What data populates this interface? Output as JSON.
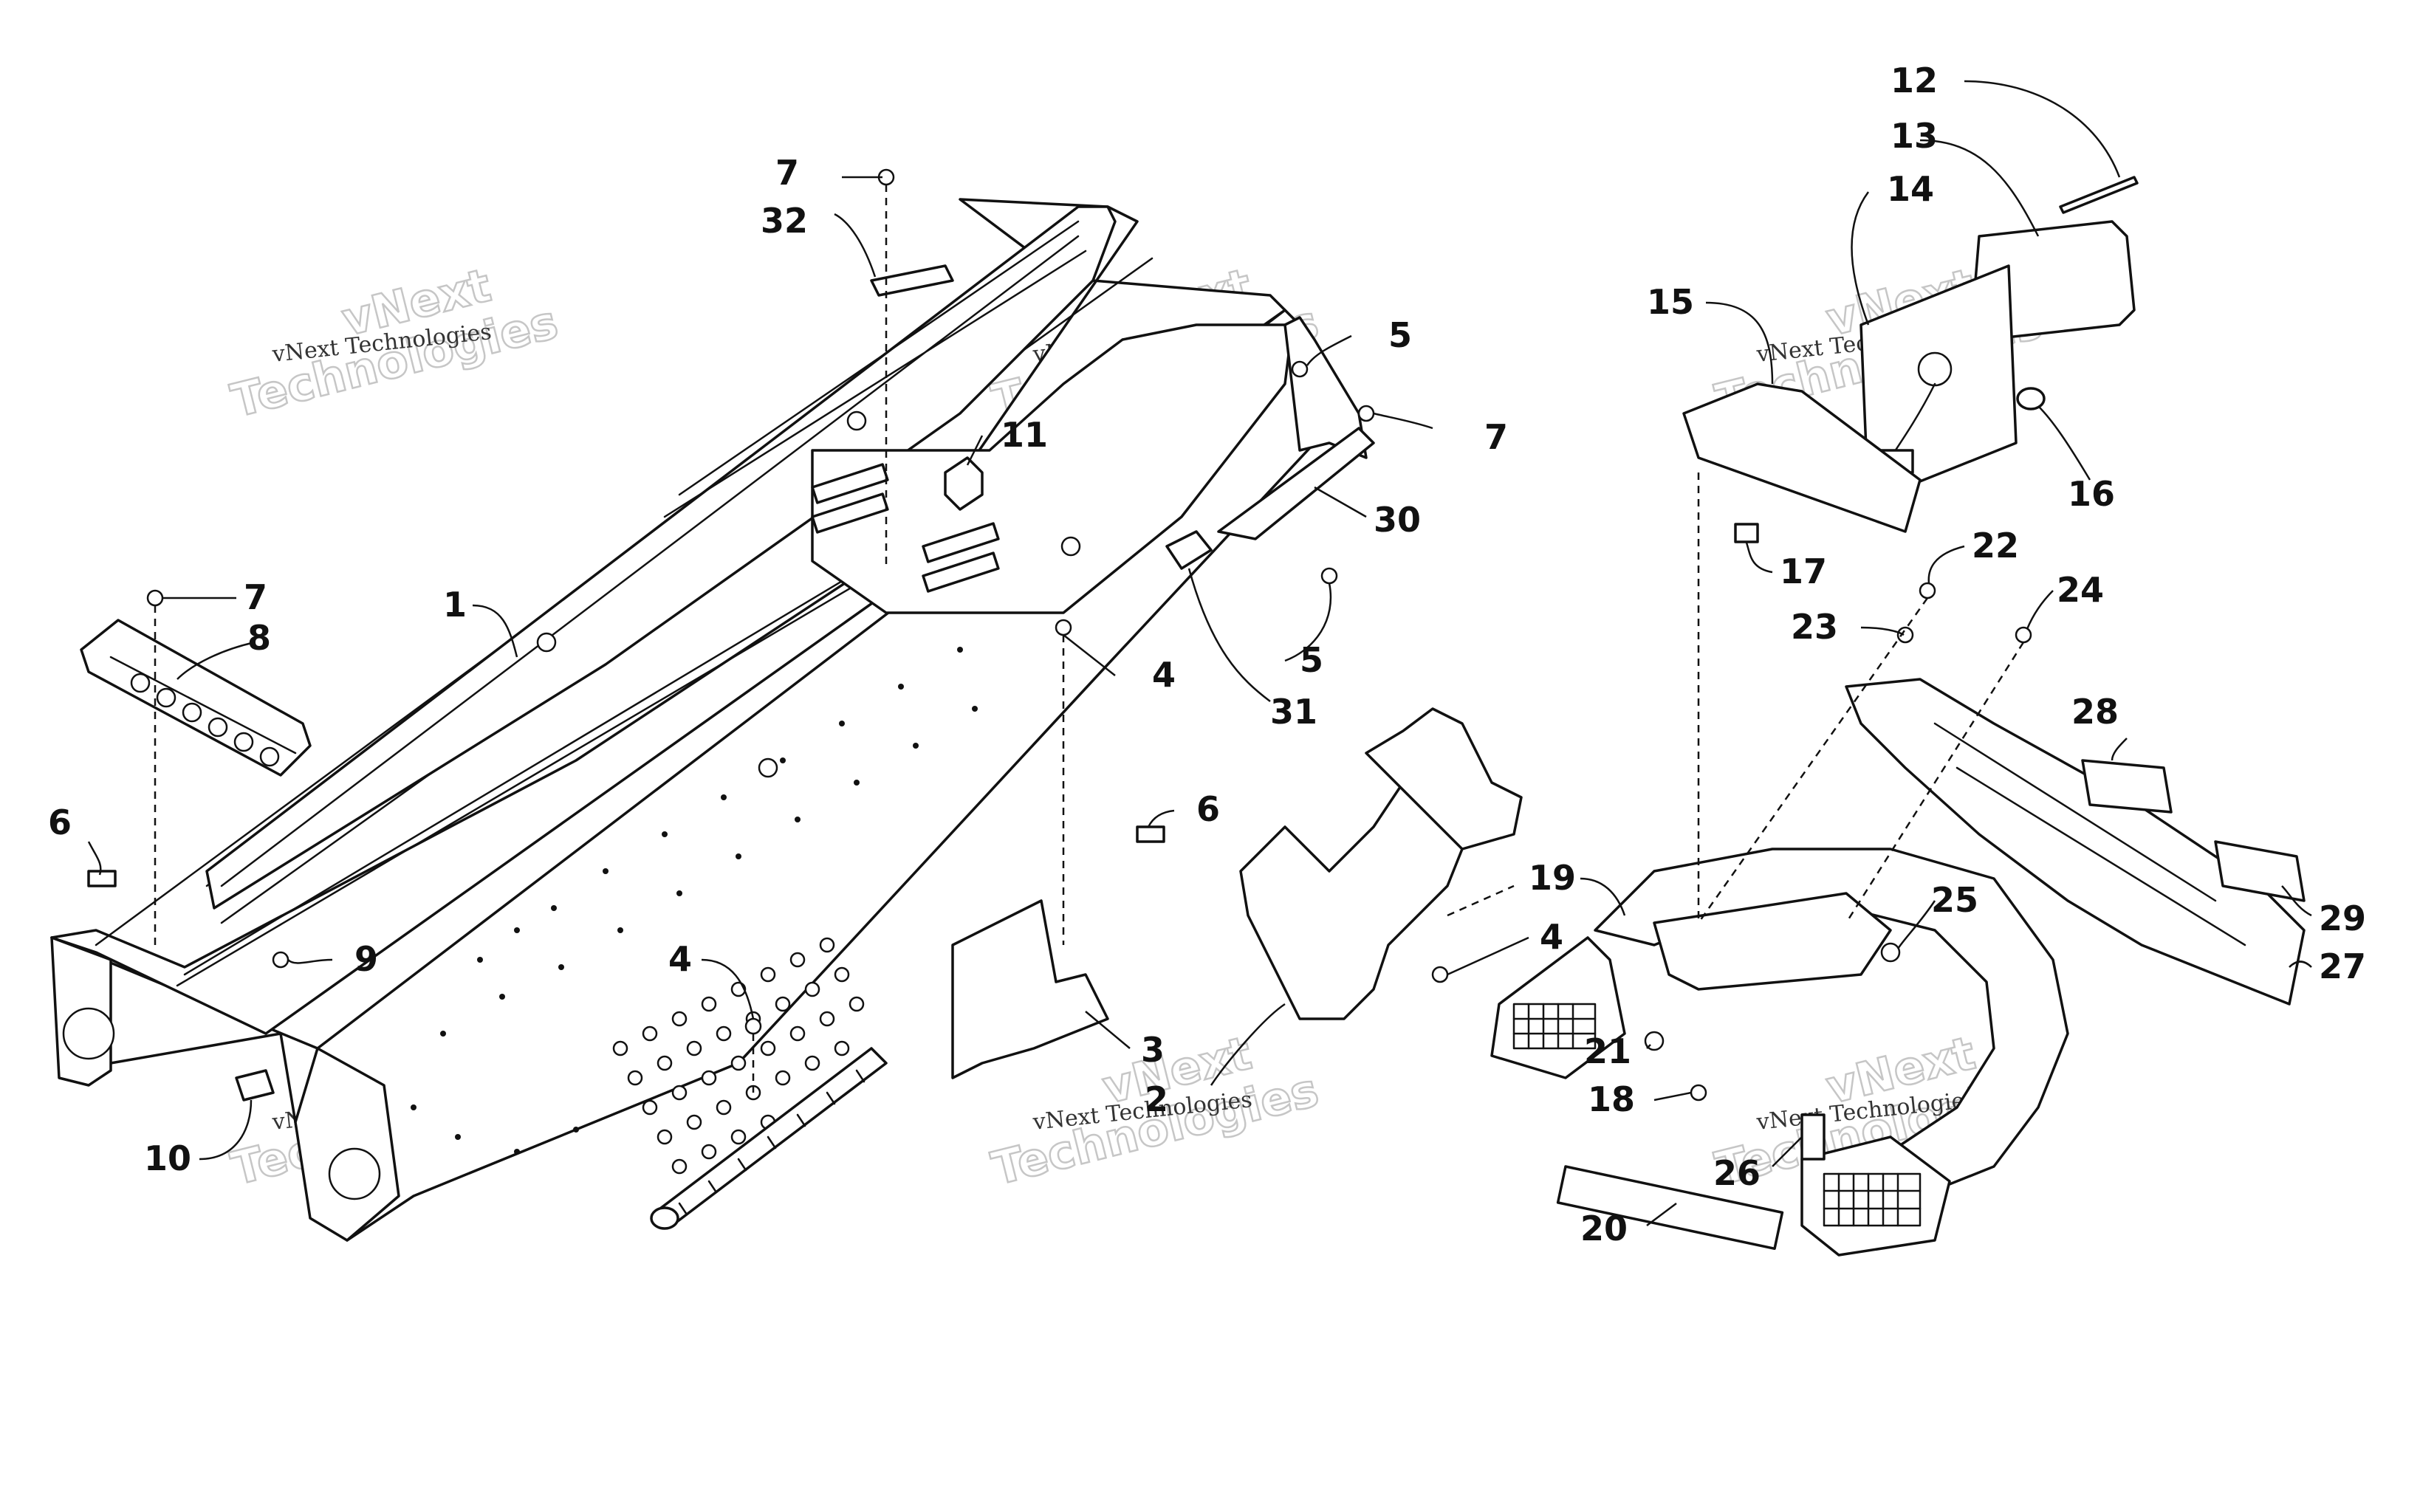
{
  "watermark": {
    "brand_text": "vNext Technologies",
    "line1": "vNext",
    "line2": "Technologies"
  },
  "callouts": [
    {
      "id": "c1",
      "label": "1"
    },
    {
      "id": "c2",
      "label": "2"
    },
    {
      "id": "c3",
      "label": "3"
    },
    {
      "id": "c4a",
      "label": "4"
    },
    {
      "id": "c4b",
      "label": "4"
    },
    {
      "id": "c4c",
      "label": "4"
    },
    {
      "id": "c5a",
      "label": "5"
    },
    {
      "id": "c5b",
      "label": "5"
    },
    {
      "id": "c6a",
      "label": "6"
    },
    {
      "id": "c6b",
      "label": "6"
    },
    {
      "id": "c7a",
      "label": "7"
    },
    {
      "id": "c7b",
      "label": "7"
    },
    {
      "id": "c7c",
      "label": "7"
    },
    {
      "id": "c8",
      "label": "8"
    },
    {
      "id": "c9",
      "label": "9"
    },
    {
      "id": "c10",
      "label": "10"
    },
    {
      "id": "c11",
      "label": "11"
    },
    {
      "id": "c12",
      "label": "12"
    },
    {
      "id": "c13",
      "label": "13"
    },
    {
      "id": "c14",
      "label": "14"
    },
    {
      "id": "c15",
      "label": "15"
    },
    {
      "id": "c16",
      "label": "16"
    },
    {
      "id": "c17",
      "label": "17"
    },
    {
      "id": "c18",
      "label": "18"
    },
    {
      "id": "c19",
      "label": "19"
    },
    {
      "id": "c20",
      "label": "20"
    },
    {
      "id": "c21",
      "label": "21"
    },
    {
      "id": "c22",
      "label": "22"
    },
    {
      "id": "c23",
      "label": "23"
    },
    {
      "id": "c24",
      "label": "24"
    },
    {
      "id": "c25",
      "label": "25"
    },
    {
      "id": "c26",
      "label": "26"
    },
    {
      "id": "c27",
      "label": "27"
    },
    {
      "id": "c28",
      "label": "28"
    },
    {
      "id": "c29",
      "label": "29"
    },
    {
      "id": "c30",
      "label": "30"
    },
    {
      "id": "c31",
      "label": "31"
    },
    {
      "id": "c32",
      "label": "32"
    }
  ]
}
